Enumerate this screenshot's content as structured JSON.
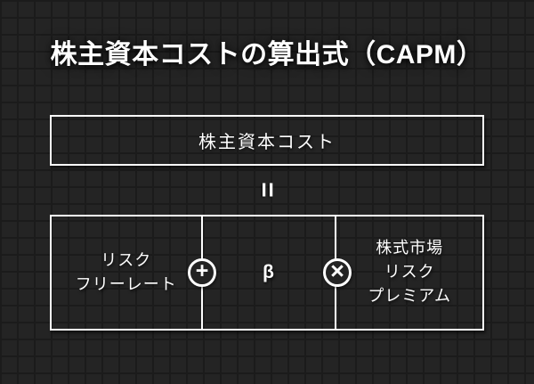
{
  "title": "株主資本コストの算出式（CAPM）",
  "result_box": {
    "label": "株主資本コスト"
  },
  "equals": {
    "symbol": "="
  },
  "formula": {
    "terms": [
      {
        "label": "リスク\nフリーレート"
      },
      {
        "label": "β"
      },
      {
        "label": "株式市場\nリスク\nプレミアム"
      }
    ],
    "operators": [
      {
        "name": "plus",
        "symbol": "+"
      },
      {
        "name": "multiply",
        "symbol": "×"
      }
    ]
  },
  "colors": {
    "background": "#242424",
    "grid_line": "#1b1b1b",
    "foreground": "#ffffff"
  }
}
